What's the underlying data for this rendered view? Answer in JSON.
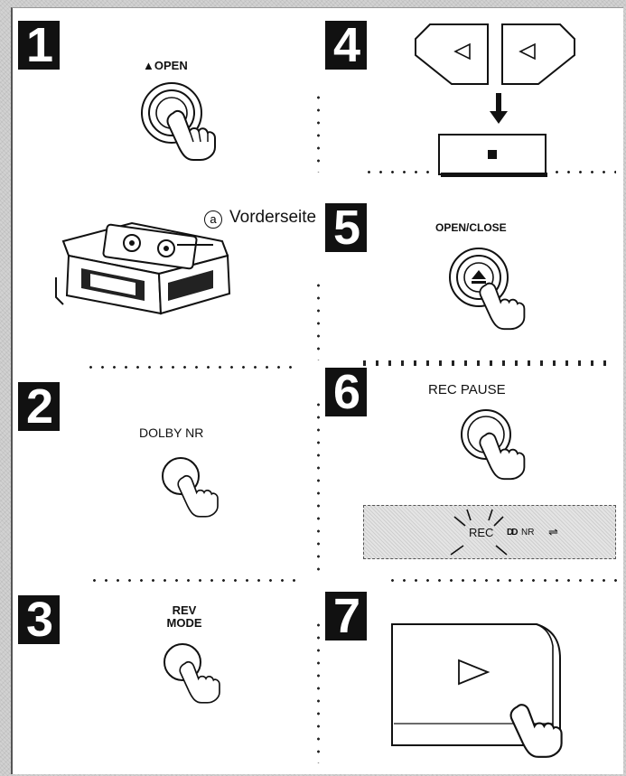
{
  "steps": [
    {
      "number": "1",
      "button_label": "▲OPEN"
    },
    {
      "number": "2",
      "button_label": "DOLBY NR"
    },
    {
      "number": "3",
      "button_label": "REV MODE"
    },
    {
      "number": "4"
    },
    {
      "number": "5",
      "button_label": "OPEN/CLOSE"
    },
    {
      "number": "6",
      "button_label": "REC PAUSE"
    },
    {
      "number": "7"
    }
  ],
  "cassette_annotation": {
    "marker": "a",
    "text": "Vorderseite"
  },
  "display_panel": {
    "rec": "REC",
    "nr": "NR",
    "dolby_symbol": "DD",
    "reverse_symbol": "⇌"
  },
  "icons": [
    "hand-press-icon",
    "rewind-icon",
    "forward-icon",
    "stop-icon",
    "eject-icon",
    "play-icon",
    "cassette-icon",
    "arrow-down-icon"
  ]
}
